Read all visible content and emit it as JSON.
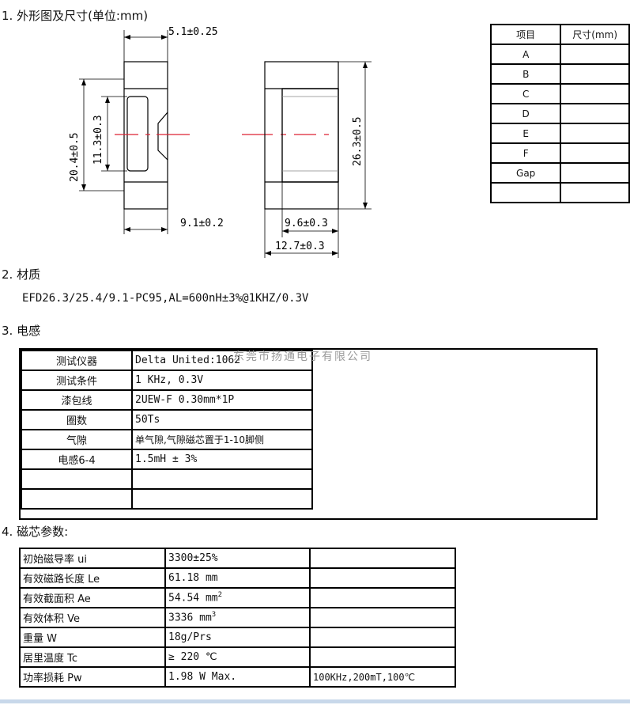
{
  "section1": {
    "title": "1.  外形图及尺寸(单位:mm)"
  },
  "drawing": {
    "dim_top": "5.1±0.25",
    "dim_left_outer": "20.4±0.5",
    "dim_left_inner": "11.3±0.3",
    "dim_bottom_left": "9.1±0.2",
    "dim_right": "26.3±0.5",
    "dim_bottom_inner": "9.6±0.3",
    "dim_bottom_outer": "12.7±0.3"
  },
  "dimension_table": {
    "header": {
      "item": "项目",
      "size": "尺寸(mm)"
    },
    "rows": [
      {
        "item": "A",
        "size": ""
      },
      {
        "item": "B",
        "size": ""
      },
      {
        "item": "C",
        "size": ""
      },
      {
        "item": "D",
        "size": ""
      },
      {
        "item": "E",
        "size": ""
      },
      {
        "item": "F",
        "size": ""
      },
      {
        "item": "Gap",
        "size": ""
      },
      {
        "item": "",
        "size": ""
      }
    ]
  },
  "section2": {
    "title": "2.  材质",
    "material": "EFD26.3/25.4/9.1-PC95,AL=600nH±3%@1KHZ/0.3V"
  },
  "section3": {
    "title": "3.  电感",
    "watermark": "东莞市扬通电子有限公司",
    "rows": [
      {
        "key": "测试仪器",
        "value": "Delta United:1062"
      },
      {
        "key": "测试条件",
        "value": "1 KHz, 0.3V"
      },
      {
        "key": "漆包线",
        "value": "2UEW-F 0.30mm*1P"
      },
      {
        "key": "圈数",
        "value": "50Ts"
      },
      {
        "key": "气隙",
        "value": "单气隙,气隙磁芯置于1-10脚侧"
      },
      {
        "key": "电感6-4",
        "value": "1.5mH ± 3%"
      },
      {
        "key": "",
        "value": ""
      },
      {
        "key": "",
        "value": ""
      }
    ]
  },
  "section4": {
    "title": "4.  磁芯参数:",
    "rows": [
      {
        "key": "初始磁导率 ui",
        "value": "3300±25%",
        "note": ""
      },
      {
        "key": "有效磁路长度 Le",
        "value": "61.18 mm",
        "note": ""
      },
      {
        "key": "有效截面积 Ae",
        "value": "54.54 mm",
        "sup": "2",
        "note": ""
      },
      {
        "key": "有效体积 Ve",
        "value": "3336 mm",
        "sup": "3",
        "note": ""
      },
      {
        "key": "重量 W",
        "value": "18g/Prs",
        "note": ""
      },
      {
        "key": "居里温度 Tc",
        "value": "≥ 220 ℃",
        "note": ""
      },
      {
        "key": "功率损耗 Pw",
        "value": "1.98 W Max.",
        "note": "100KHz,200mT,100℃"
      }
    ]
  }
}
